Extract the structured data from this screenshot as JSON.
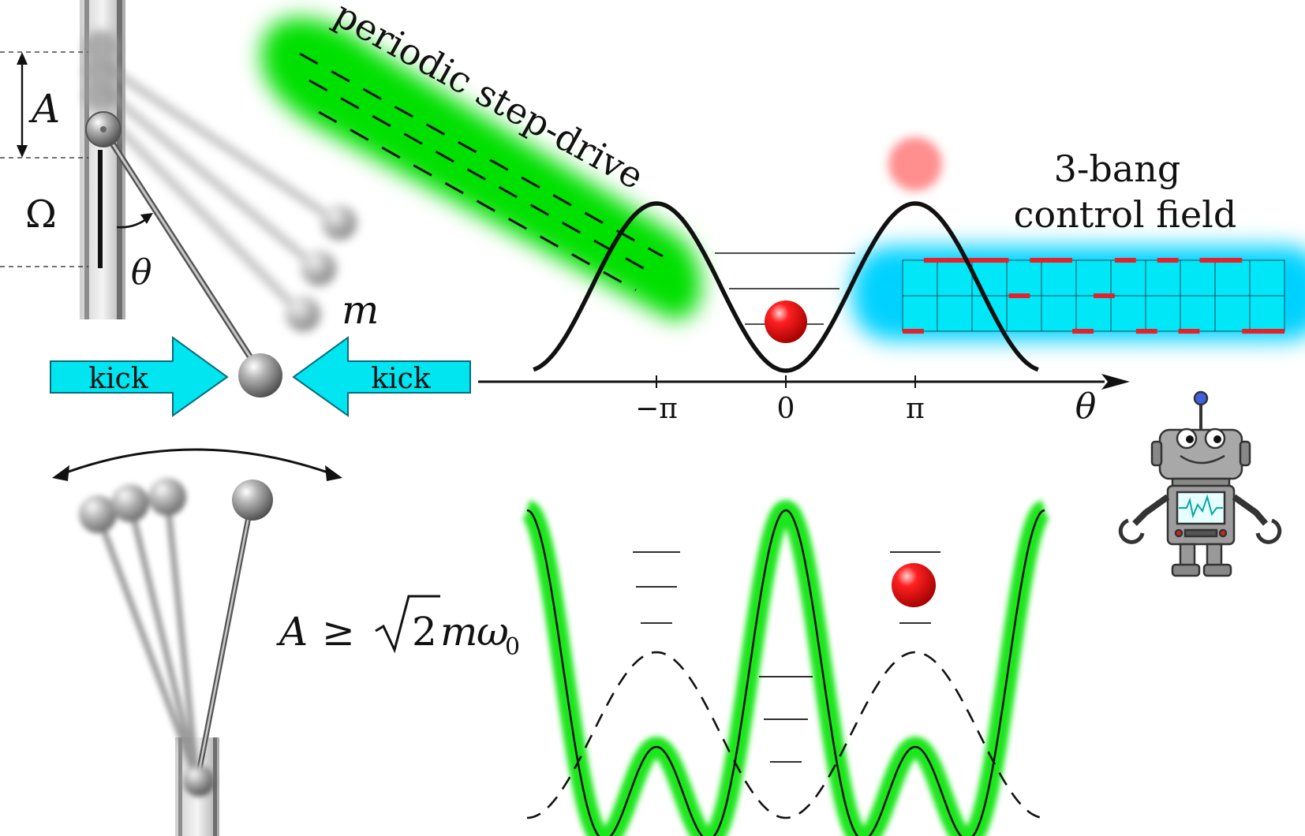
{
  "labels": {
    "amplitude": "A",
    "frequency": "Ω",
    "angle": "θ",
    "mass": "m",
    "kick_left": "kick",
    "kick_right": "kick",
    "drive": "periodic step-drive",
    "control_line1": "3-bang",
    "control_line2": "control field",
    "condition_A": "A",
    "condition_ge": "≥",
    "condition_sqrt_arg": "2",
    "condition_m": "m",
    "condition_omega": "ω",
    "condition_sub": "0",
    "tick_neg_pi": "−π",
    "tick_zero": "0",
    "tick_pi": "π",
    "axis_theta": "θ"
  },
  "colors": {
    "drive_glow": "#00dd00",
    "control_glow": "#00d8ff",
    "kick_arrow": "#00e5f0",
    "control_cell": "#00e8f8",
    "bang_bar": "#e8202a",
    "particle": "#ee0000",
    "curve": "#111111"
  },
  "control_field": {
    "levels": [
      0,
      2,
      2,
      2,
      2,
      1,
      2,
      2,
      0,
      1,
      2,
      0,
      2,
      0,
      2,
      2,
      0,
      0
    ]
  },
  "icons": [
    "pendulum-pivot-icon",
    "pendulum-bob-icon",
    "robot-icon",
    "kick-arrow-icon",
    "swing-arrow-icon"
  ]
}
